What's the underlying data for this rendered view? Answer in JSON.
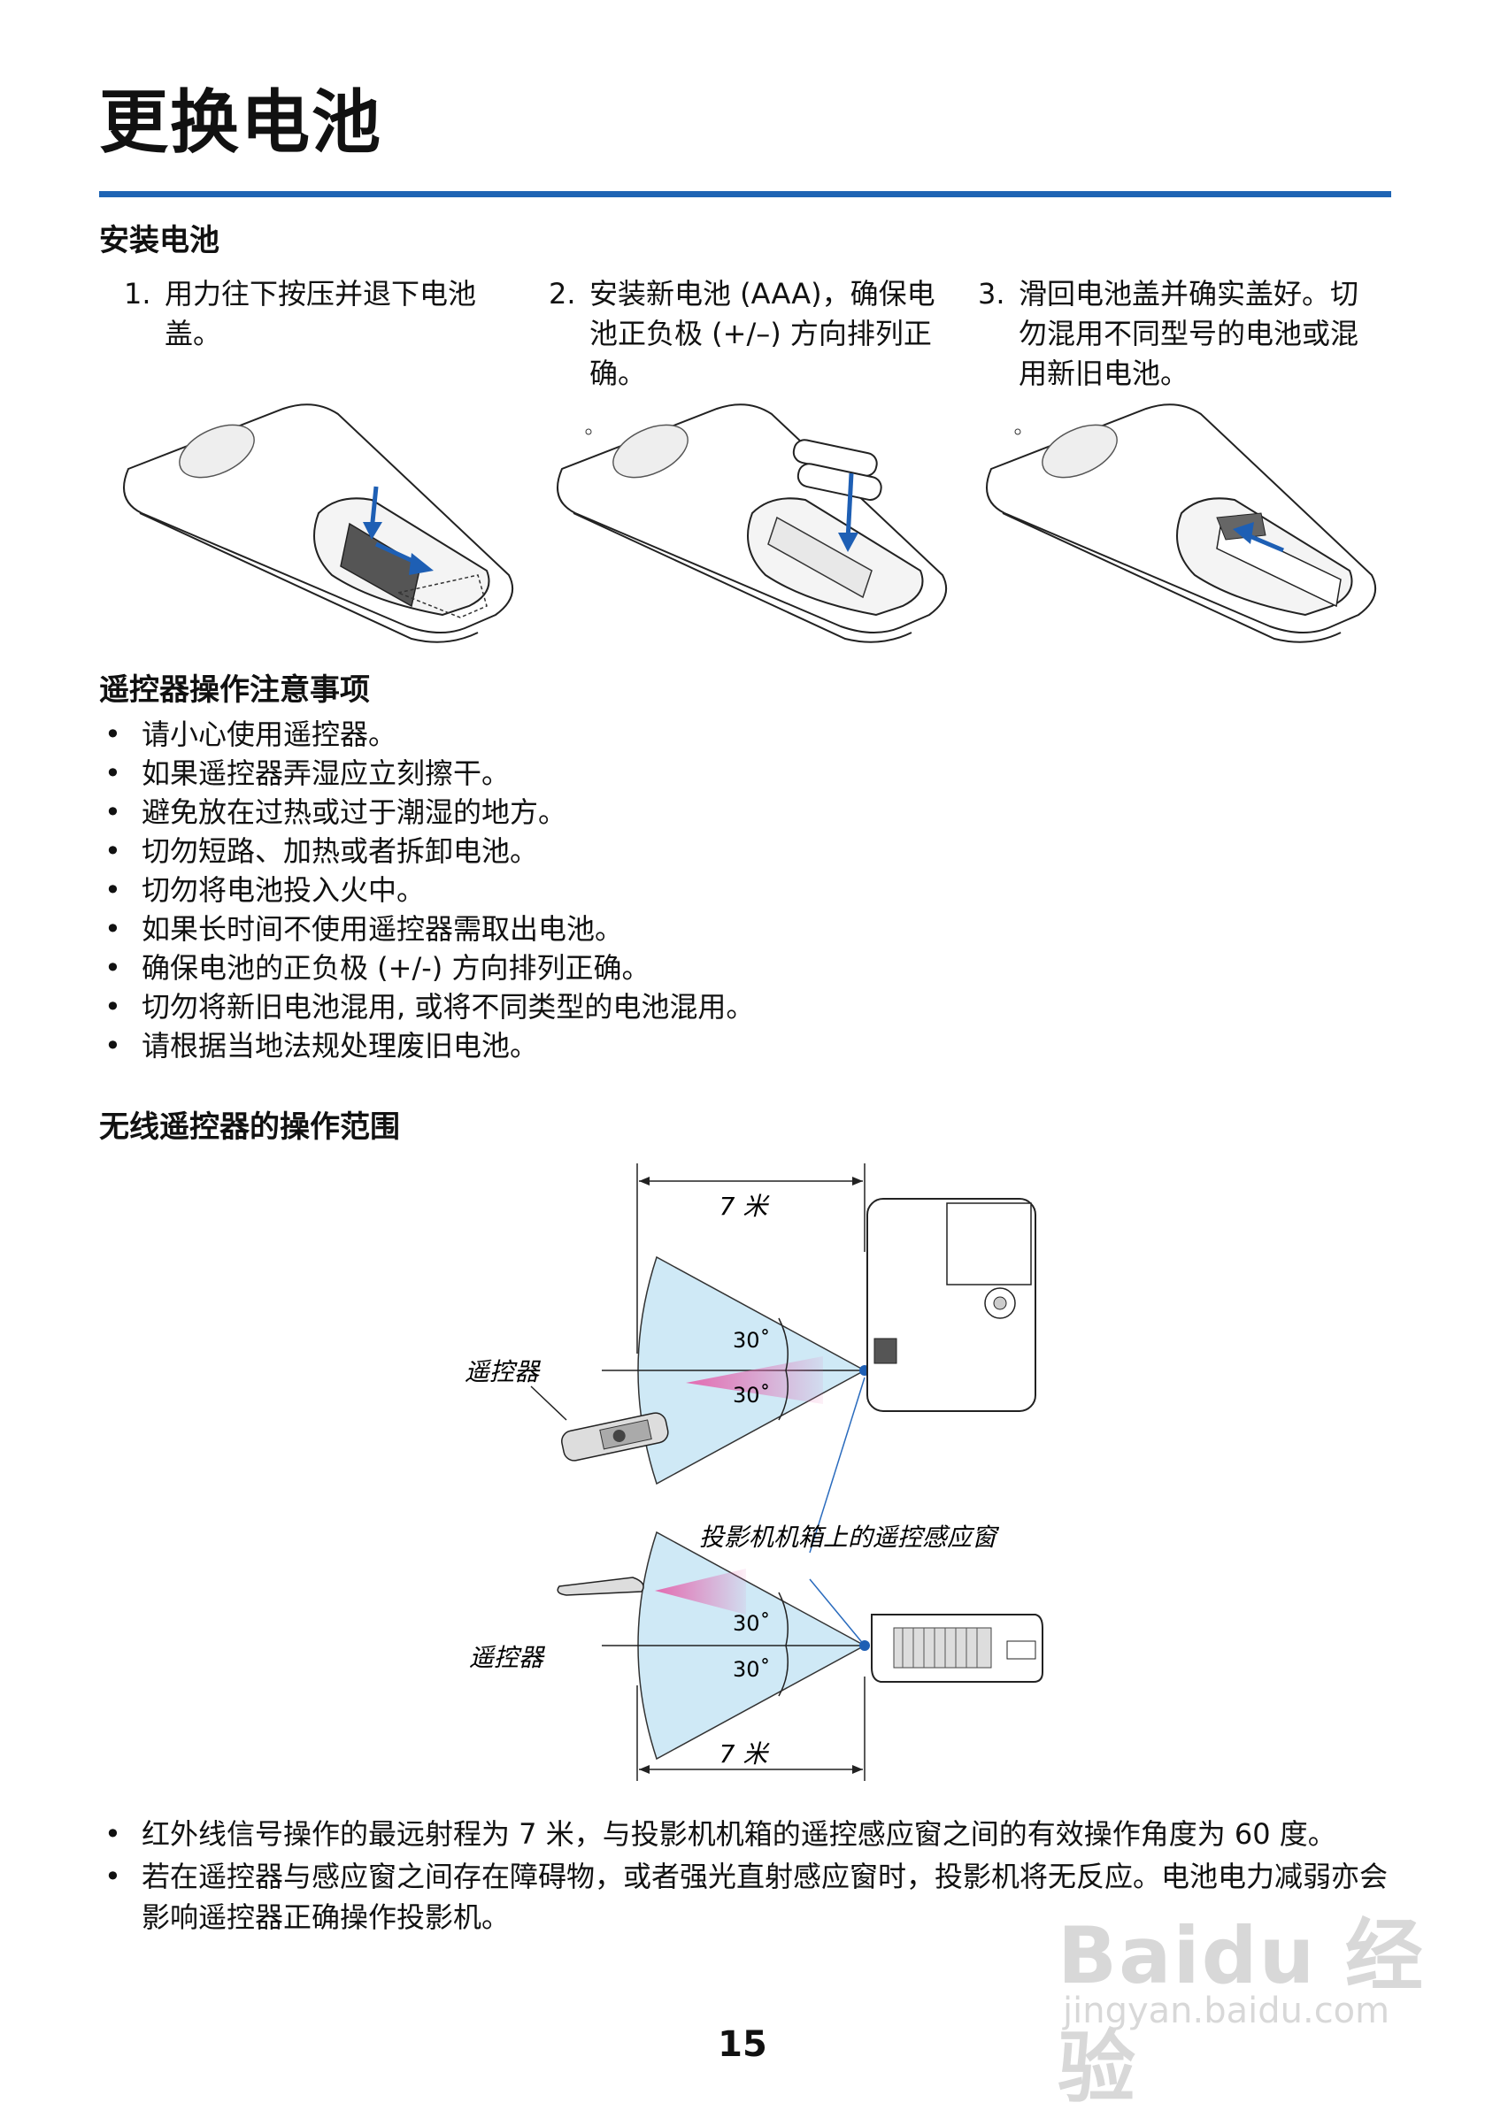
{
  "title": "更换电池",
  "sections": {
    "install": {
      "heading": "安装电池",
      "steps": [
        {
          "num": "1.",
          "text": "用力往下按压并退下电池盖。"
        },
        {
          "num": "2.",
          "text": "安装新电池 (AAA)，确保电池正负极 (+/–) 方向排列正确。"
        },
        {
          "num": "3.",
          "text": "滑回电池盖并确实盖好。切勿混用不同型号的电池或混用新旧电池。"
        }
      ]
    },
    "precautions": {
      "heading": "遥控器操作注意事项",
      "items": [
        "请小心使用遥控器。",
        "如果遥控器弄湿应立刻擦干。",
        "避免放在过热或过于潮湿的地方。",
        "切勿短路、加热或者拆卸电池。",
        "切勿将电池投入火中。",
        "如果长时间不使用遥控器需取出电池。",
        "确保电池的正负极 (+/-) 方向排列正确。",
        "切勿将新旧电池混用, 或将不同类型的电池混用。",
        "请根据当地法规处理废旧电池。"
      ]
    },
    "range": {
      "heading": "无线遥控器的操作范围",
      "diagram": {
        "distance_top": "7 米",
        "distance_bottom": "7 米",
        "angle_top_upper": "30˚",
        "angle_top_lower": "30˚",
        "angle_bottom_upper": "30˚",
        "angle_bottom_lower": "30˚",
        "remote_label_top": "遥控器",
        "remote_label_bottom": "遥控器",
        "sensor_label": "投影机机箱上的遥控感应窗"
      },
      "notes": [
        "红外线信号操作的最远射程为 7 米，与投影机机箱的遥控感应窗之间的有效操作角度为 60 度。",
        "若在遥控器与感应窗之间存在障碍物，或者强光直射感应窗时，投影机将无反应。电池电力减弱亦会影响遥控器正确操作投影机。"
      ]
    }
  },
  "bullet_symbol": "•",
  "page_number": "15",
  "watermark": {
    "brand": "Baidu 经验",
    "url": "jingyan.baidu.com"
  },
  "colors": {
    "accent_rule": "#1e64b4",
    "arrow_blue": "#1e5fb4",
    "range_fill": "#cfe9f6",
    "ir_beam": "#e36ab0"
  }
}
